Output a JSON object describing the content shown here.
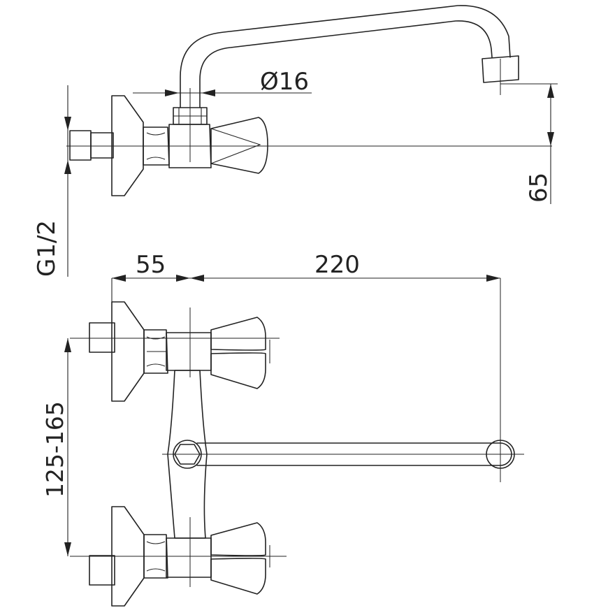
{
  "dimensions": {
    "spout_diameter": "Ø16",
    "spout_height": "65",
    "thread": "G1/2",
    "wall_offset": "55",
    "spout_reach": "220",
    "inlet_spacing": "125-165"
  }
}
